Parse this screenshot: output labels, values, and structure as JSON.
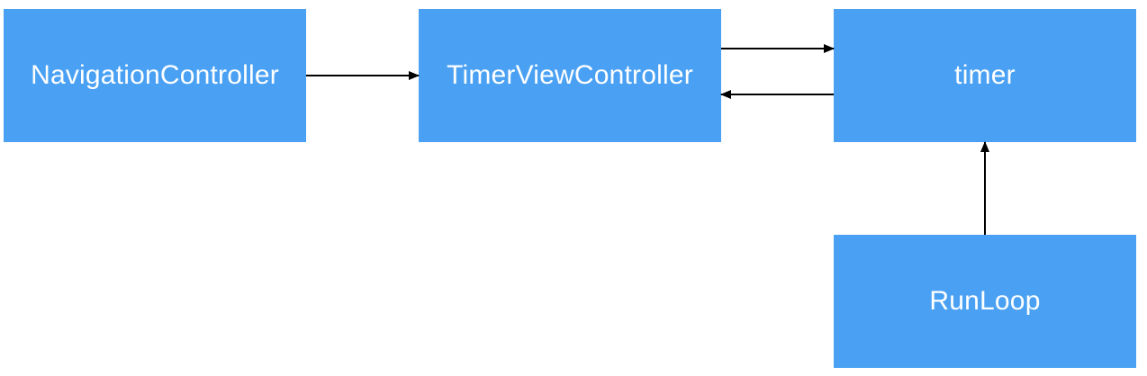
{
  "colors": {
    "node_fill": "#4aa1f3",
    "node_text": "#ffffff",
    "edge": "#000000",
    "background": "#ffffff"
  },
  "nodes": {
    "navigation_controller": "NavigationController",
    "timer_view_controller": "TimerViewController",
    "timer": "timer",
    "run_loop": "RunLoop"
  },
  "edges": [
    {
      "from": "navigation_controller",
      "to": "timer_view_controller"
    },
    {
      "from": "timer_view_controller",
      "to": "timer"
    },
    {
      "from": "timer",
      "to": "timer_view_controller"
    },
    {
      "from": "run_loop",
      "to": "timer"
    }
  ]
}
